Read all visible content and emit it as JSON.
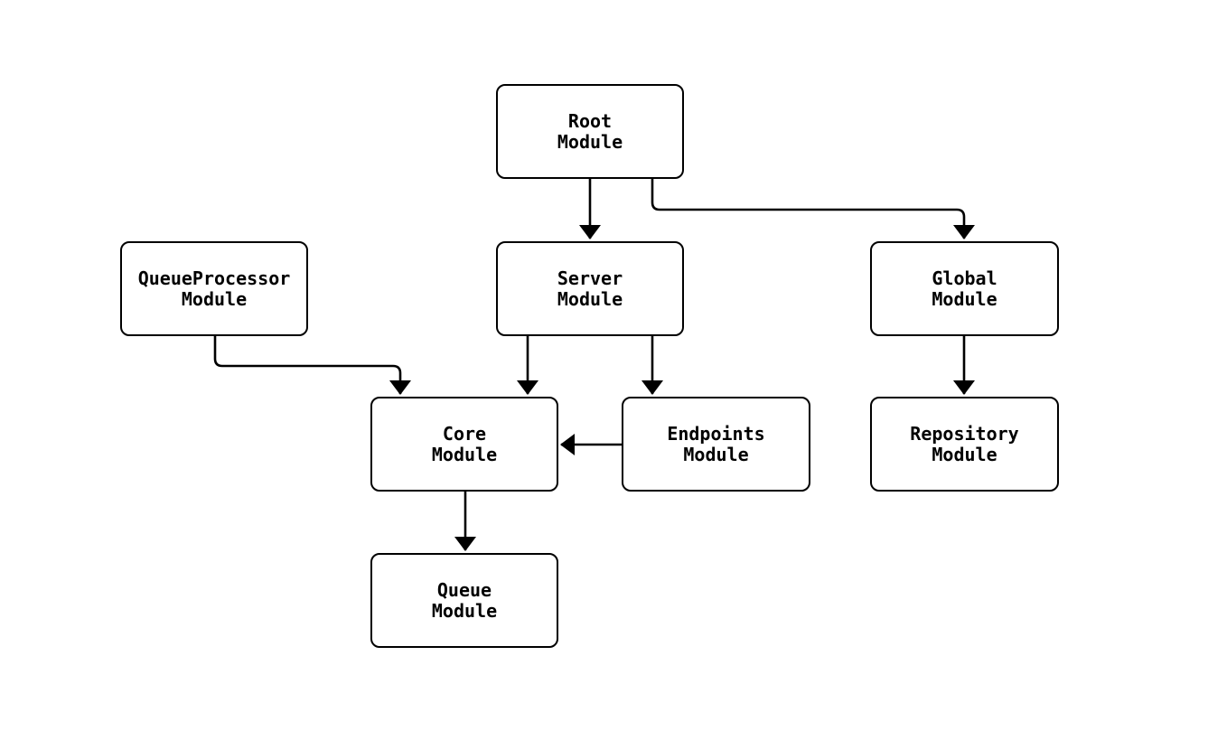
{
  "diagram": {
    "type": "flowchart",
    "colors": {
      "background": "#ffffff",
      "node_fill": "#ffffff",
      "node_border": "#000000",
      "edge": "#000000",
      "text": "#000000"
    },
    "nodes": {
      "root": {
        "line1": "Root",
        "line2": "Module"
      },
      "queue_processor": {
        "line1": "QueueProcessor",
        "line2": "Module"
      },
      "server": {
        "line1": "Server",
        "line2": "Module"
      },
      "global": {
        "line1": "Global",
        "line2": "Module"
      },
      "core": {
        "line1": "Core",
        "line2": "Module"
      },
      "endpoints": {
        "line1": "Endpoints",
        "line2": "Module"
      },
      "repository": {
        "line1": "Repository",
        "line2": "Module"
      },
      "queue": {
        "line1": "Queue",
        "line2": "Module"
      }
    },
    "edges": [
      {
        "from": "Root Module",
        "to": "Server Module"
      },
      {
        "from": "Root Module",
        "to": "Global Module"
      },
      {
        "from": "QueueProcessor Module",
        "to": "Core Module"
      },
      {
        "from": "Server Module",
        "to": "Core Module"
      },
      {
        "from": "Server Module",
        "to": "Endpoints Module"
      },
      {
        "from": "Global Module",
        "to": "Repository Module"
      },
      {
        "from": "Endpoints Module",
        "to": "Core Module"
      },
      {
        "from": "Core Module",
        "to": "Queue Module"
      }
    ]
  }
}
